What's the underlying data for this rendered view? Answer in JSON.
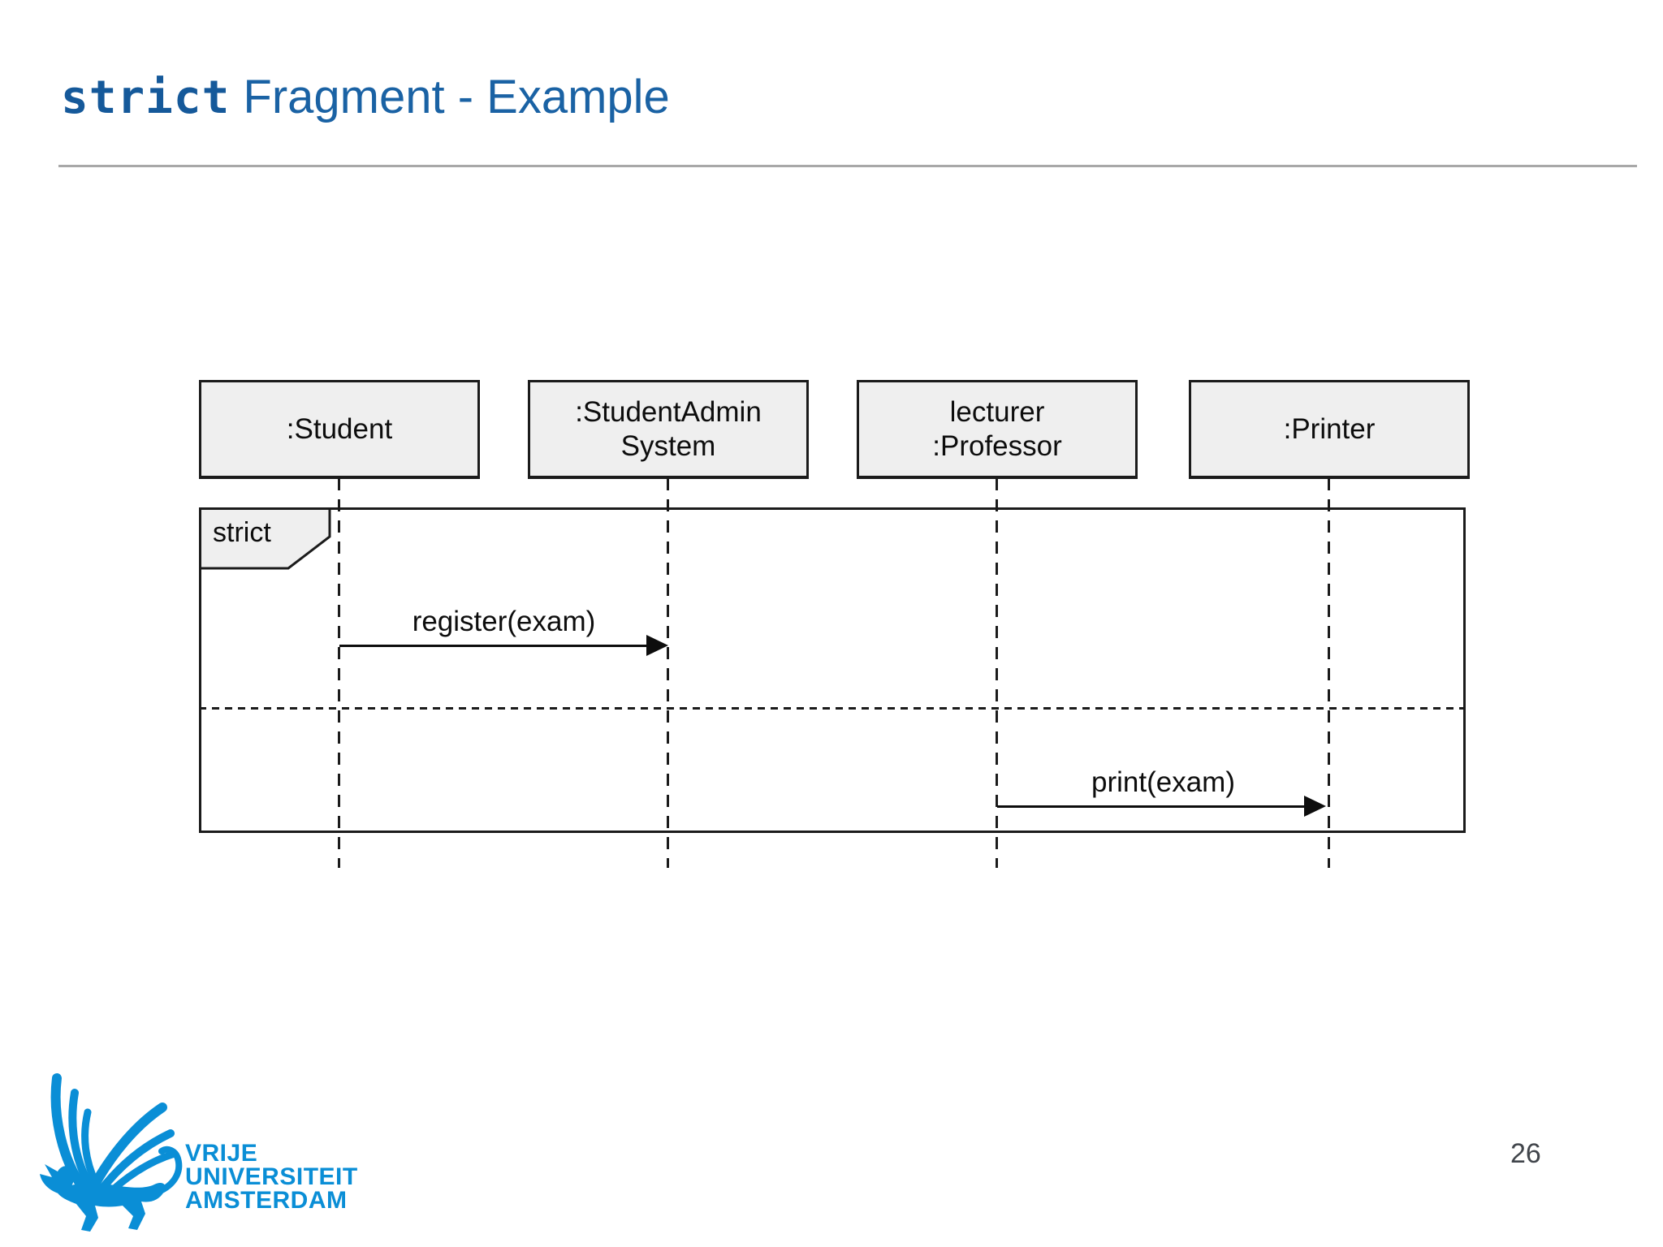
{
  "slide": {
    "title": {
      "code": "strict",
      "rest": " Fragment - Example"
    },
    "page_number": "26"
  },
  "colors": {
    "title_blue": "#15599A",
    "logo_blue": "#0A8ED6",
    "box_fill": "#EFEFEF",
    "diagram_line": "#1B1B1B",
    "title_rule_gray": "#A8A8A8",
    "page_number_gray": "#41454B"
  },
  "diagram": {
    "type": "uml-sequence-diagram",
    "fragment_operator": "strict",
    "lifelines": [
      {
        "lines": [
          ":Student"
        ]
      },
      {
        "lines": [
          ":StudentAdmin",
          "System"
        ]
      },
      {
        "lines": [
          "lecturer",
          ":Professor"
        ]
      },
      {
        "lines": [
          ":Printer"
        ]
      }
    ],
    "messages": [
      {
        "label": "register(exam)",
        "from": ":Student",
        "to": ":StudentAdmin System"
      },
      {
        "label": "print(exam)",
        "from": "lecturer :Professor",
        "to": ":Printer"
      }
    ]
  },
  "logo": {
    "line1": "VRIJE",
    "line2": "UNIVERSITEIT",
    "line3": "AMSTERDAM"
  }
}
